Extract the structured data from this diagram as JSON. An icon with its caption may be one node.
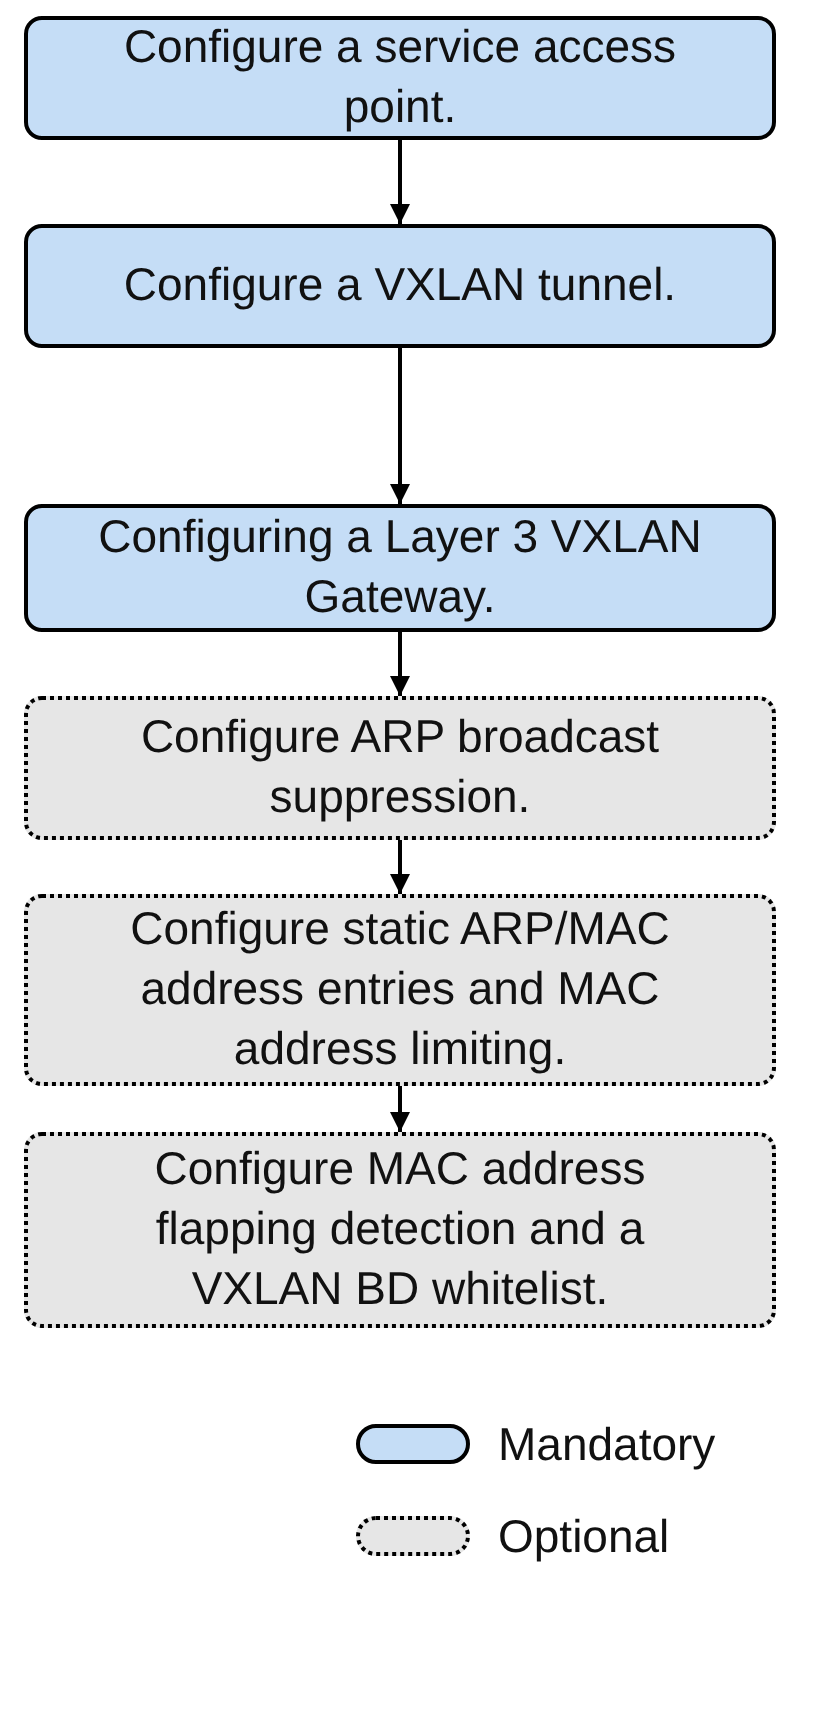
{
  "diagram": {
    "nodes": [
      {
        "text": [
          "Configure a service access point."
        ]
      },
      {
        "text": [
          "Configure a VXLAN tunnel."
        ]
      },
      {
        "text": [
          "Configuring a Layer 3 VXLAN Gateway."
        ]
      },
      {
        "text": [
          "Configure ARP broadcast suppression."
        ]
      },
      {
        "text": [
          "Configure static ARP/MAC address entries and MAC address limiting."
        ]
      },
      {
        "text": [
          "Configure MAC address flapping detection and a VXLAN BD whitelist."
        ]
      }
    ],
    "edges": [
      {
        "from": 0,
        "to": 1,
        "arrow": "to"
      },
      {
        "from": 1,
        "to": 2,
        "arrow": "to"
      },
      {
        "from": 2,
        "to": 3,
        "arrow": "to"
      },
      {
        "from": 3,
        "to": 4,
        "arrow": "to"
      },
      {
        "from": 4,
        "to": 5,
        "arrow": "to"
      }
    ],
    "legend": [
      {
        "text": "Mandatory",
        "color": "#c5ddf6"
      },
      {
        "text": "Optional",
        "color": "#e6e6e6"
      }
    ]
  }
}
